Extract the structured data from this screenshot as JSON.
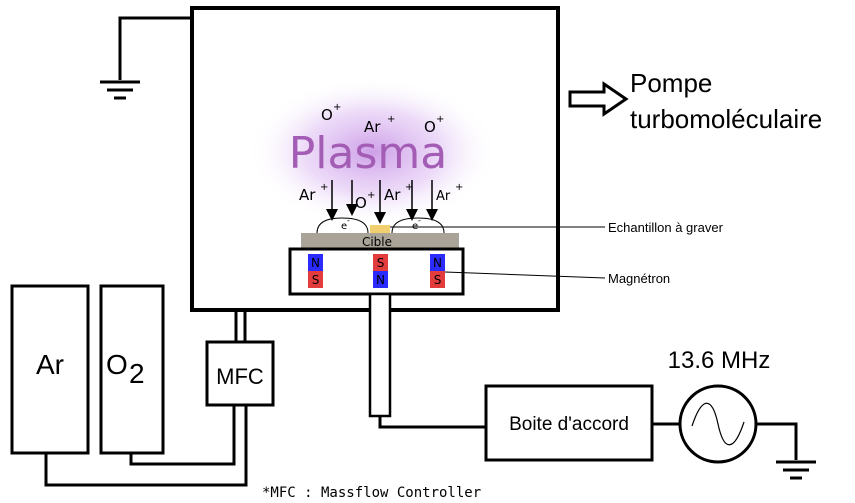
{
  "pump": {
    "line1": "Pompe",
    "line2": "turbomoléculaire"
  },
  "plasma": {
    "label": "Plasma",
    "ions_top": [
      "O",
      "Ar",
      "O"
    ],
    "ions_top_sup": "+",
    "ions_bottom": [
      "Ar",
      "O",
      "Ar",
      "Ar"
    ],
    "ions_bottom_sup": "+",
    "electron": "e",
    "electron_sup": "-"
  },
  "target": {
    "label": "Cible"
  },
  "magnets": [
    {
      "top": "N",
      "bottom": "S"
    },
    {
      "top": "S",
      "bottom": "N"
    },
    {
      "top": "N",
      "bottom": "S"
    }
  ],
  "callouts": {
    "sample": "Echantillon à graver",
    "magnetron": "Magnétron"
  },
  "gases": {
    "argon": "Ar",
    "oxygen": "O",
    "oxygen_sub": "2"
  },
  "mfc": {
    "label": "MFC",
    "footnote": "*MFC : Massflow Controller"
  },
  "rf": {
    "frequency": "13.6 MHz",
    "matching_box": "Boite d'accord"
  },
  "colors": {
    "line": "#000000",
    "plasma_text": "#a35db5",
    "plasma_glow": "#c58fe3",
    "target": "#aaa397",
    "sample": "#f2cf6e",
    "magnet_n": "#2b2bff",
    "magnet_s": "#e33c3c"
  }
}
